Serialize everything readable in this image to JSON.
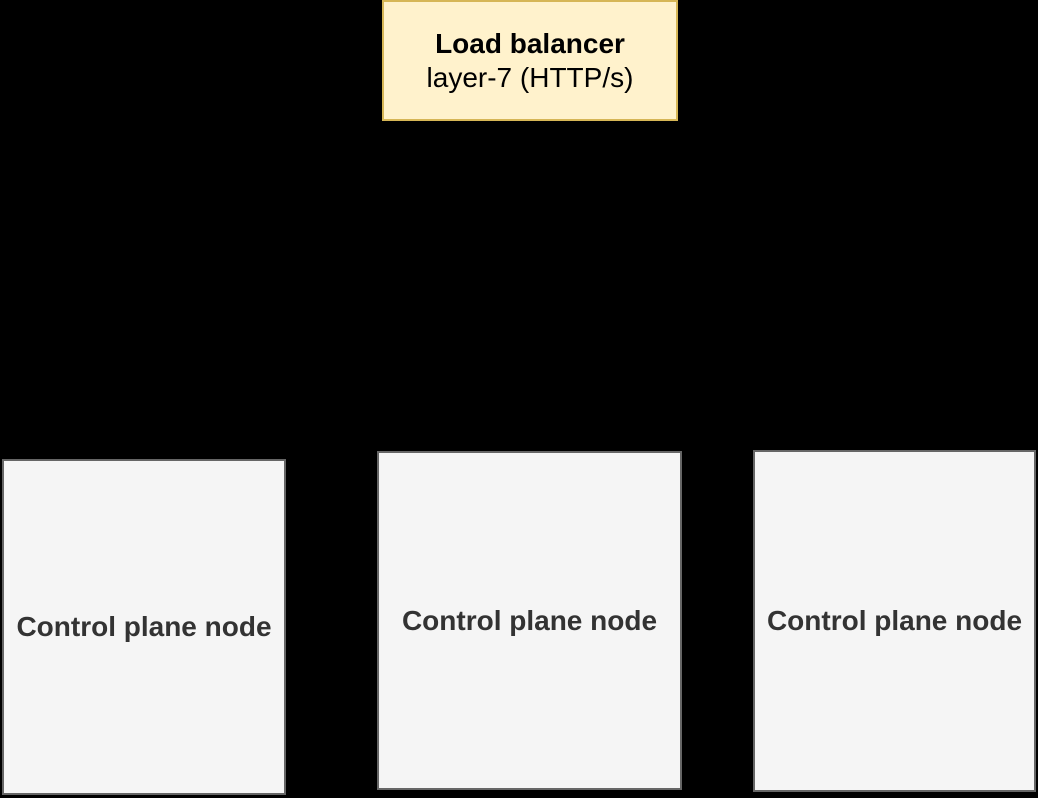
{
  "diagram": {
    "background_color": "#000000",
    "load_balancer": {
      "title": "Load balancer",
      "subtitle": "layer-7 (HTTP/s)",
      "fill_color": "#FFF2CC",
      "border_color": "#D6B656",
      "text_color": "#000000"
    },
    "node_style": {
      "fill_color": "#F5F5F5",
      "border_color": "#666666",
      "text_color": "#333333"
    },
    "nodes": [
      {
        "label": "Control plane node"
      },
      {
        "label": "Control plane node"
      },
      {
        "label": "Control plane node"
      }
    ]
  }
}
